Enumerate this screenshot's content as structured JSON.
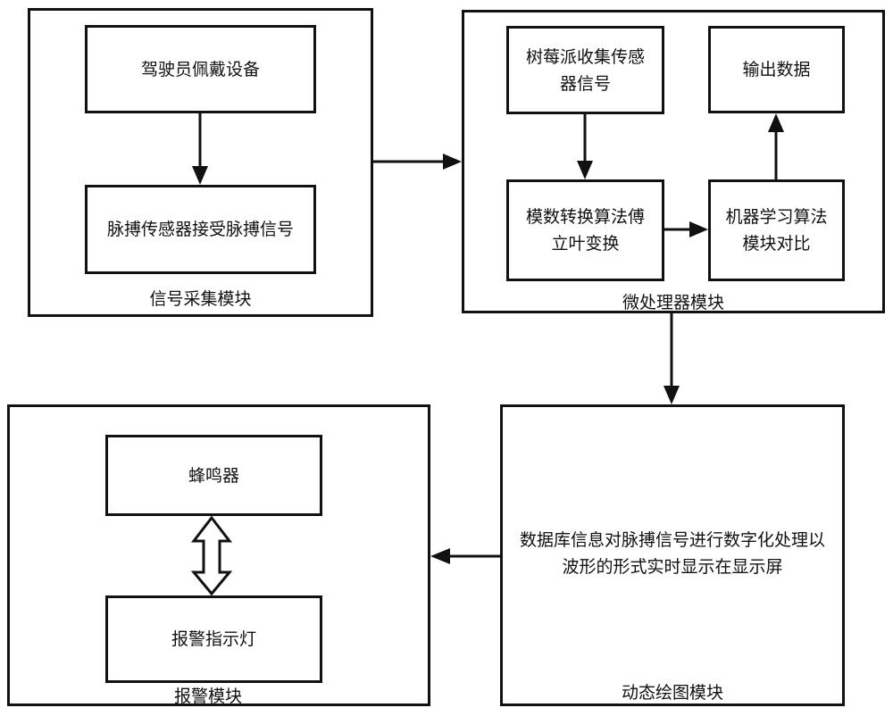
{
  "signal_module": {
    "caption": "信号采集模块",
    "box1": "驾驶员佩戴设备",
    "box2": "脉搏传感器接受脉搏信号"
  },
  "micro_module": {
    "caption": "微处理器模块",
    "collect": "树莓派收集传感器信号",
    "output": "输出数据",
    "convert": "模数转换算法傅立叶变换",
    "ml": "机器学习算法模块对比"
  },
  "alarm_module": {
    "caption": "报警模块",
    "buzzer": "蜂鸣器",
    "light": "报警指示灯"
  },
  "drawing_module": {
    "caption": "动态绘图模块",
    "text": "数据库信息对脉搏信号进行数字化处理以波形的形式实时显示在显示屏"
  }
}
